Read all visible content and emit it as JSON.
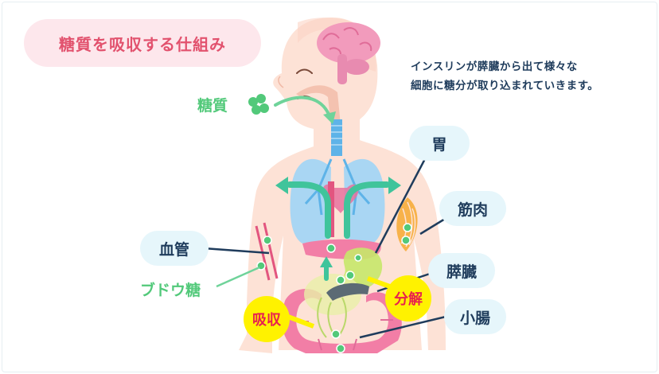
{
  "title": "糖質を吸収する仕組み",
  "note_lines": [
    "インスリンが膵臓から出て様々な",
    "細胞に糖分が取り込まれていきます。"
  ],
  "labels": {
    "sugar": "糖質",
    "glucose": "ブドウ糖",
    "stomach": "胃",
    "muscle": "筋肉",
    "vessel": "血管",
    "pancreas": "膵臓",
    "intestine": "小腸"
  },
  "badges": {
    "absorb": "吸収",
    "decompose": "分解"
  },
  "colors": {
    "title_bg": "#fde7ec",
    "title_text": "#e2526e",
    "label_pill_bg": "#e6f6fb",
    "label_text": "#1f3c5c",
    "green": "#52c97a",
    "badge_bg": "#fff200",
    "badge_text": "#e8214f",
    "body": "#fde2d6"
  }
}
